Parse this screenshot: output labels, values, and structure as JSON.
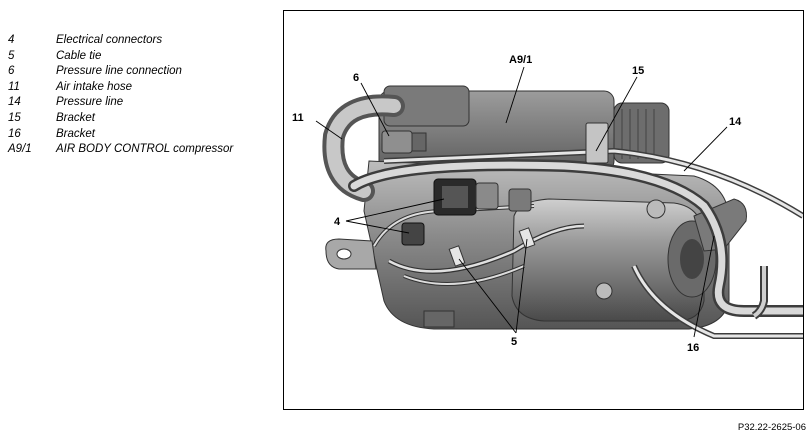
{
  "legend": [
    {
      "number": "4",
      "description": "Electrical connectors"
    },
    {
      "number": "5",
      "description": "Cable tie"
    },
    {
      "number": "6",
      "description": "Pressure line connection"
    },
    {
      "number": "11",
      "description": "Air intake hose"
    },
    {
      "number": "14",
      "description": "Pressure line"
    },
    {
      "number": "15",
      "description": "Bracket"
    },
    {
      "number": "16",
      "description": "Bracket"
    },
    {
      "number": "A9/1",
      "description": "AIR BODY CONTROL compressor"
    }
  ],
  "callouts": {
    "c4": "4",
    "c5": "5",
    "c6": "6",
    "c11": "11",
    "c14": "14",
    "c15": "15",
    "c16": "16",
    "a91": "A9/1"
  },
  "figure_id": "P32.22-2625-06"
}
